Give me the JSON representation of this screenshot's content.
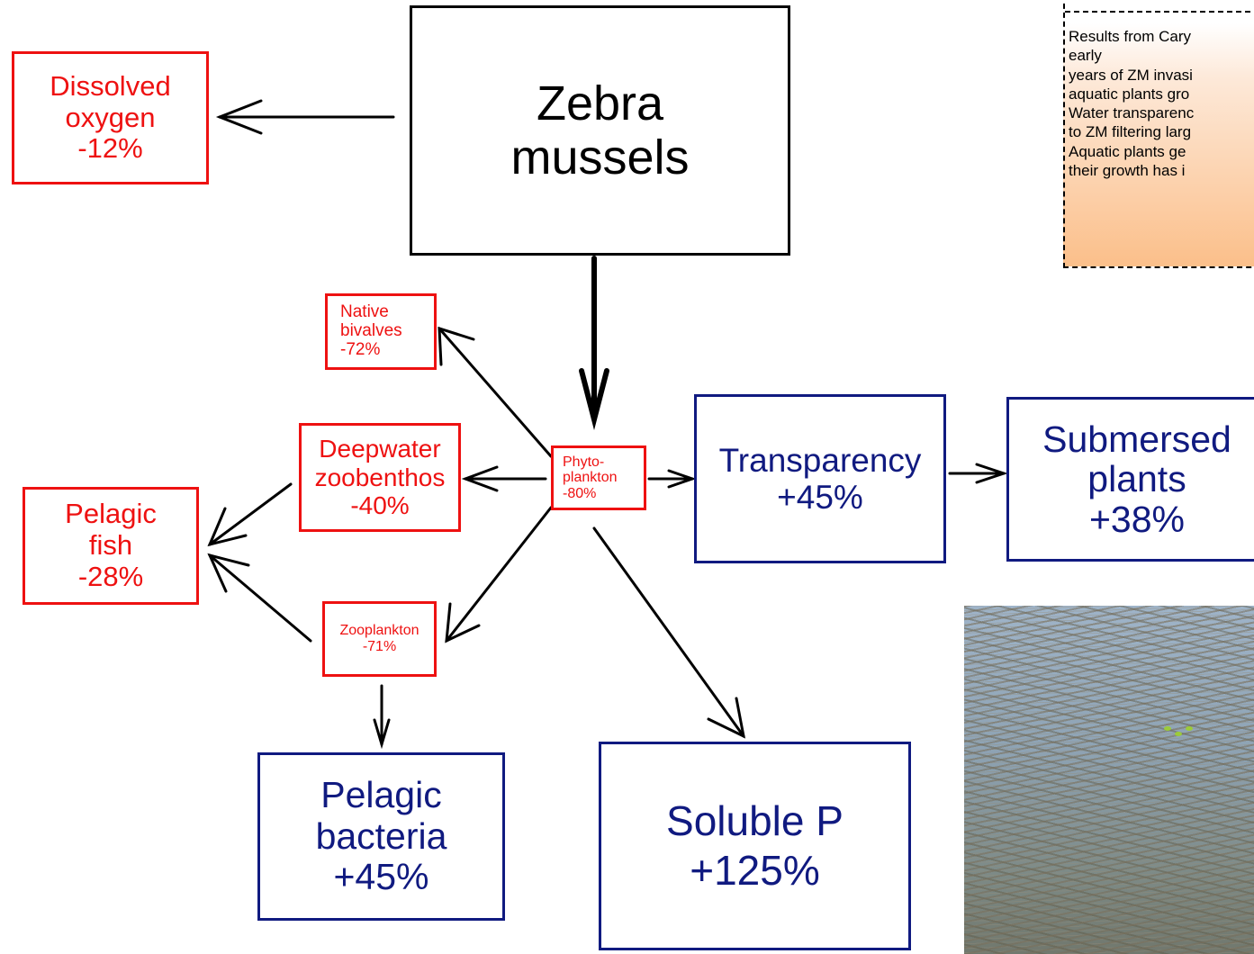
{
  "nodes": {
    "zebra_mussels": [
      "Zebra",
      "mussels"
    ],
    "dissolved_oxygen": [
      "Dissolved",
      "oxygen",
      "-12%"
    ],
    "native_bivalves": [
      "Native",
      "bivalves",
      "-72%"
    ],
    "deepwater_zoobenthos": [
      "Deepwater",
      "zoobenthos",
      "-40%"
    ],
    "pelagic_fish": [
      "Pelagic",
      "fish",
      "-28%"
    ],
    "phytoplankton": [
      "Phyto-",
      "plankton",
      "-80%"
    ],
    "zooplankton": [
      "Zooplankton",
      "-71%"
    ],
    "transparency": [
      "Transparency",
      "+45%"
    ],
    "submersed_plants": [
      "Submersed",
      "plants",
      "+38%"
    ],
    "pelagic_bacteria": [
      "Pelagic",
      "bacteria",
      "+45%"
    ],
    "soluble_p": [
      "Soluble P",
      "+125%"
    ]
  },
  "note": {
    "lines": [
      "Results from Cary",
      "early",
      "years of ZM invasi",
      "aquatic plants gro",
      "Water transparenc",
      "to ZM filtering larg",
      "Aquatic plants ge",
      "their growth has i"
    ]
  },
  "colors": {
    "decrease": "#ee1111",
    "increase": "#101a80",
    "driver": "#000000",
    "note_fill": "#fbbf8a"
  },
  "photo": {
    "icon": "submersed-plants-photo"
  }
}
